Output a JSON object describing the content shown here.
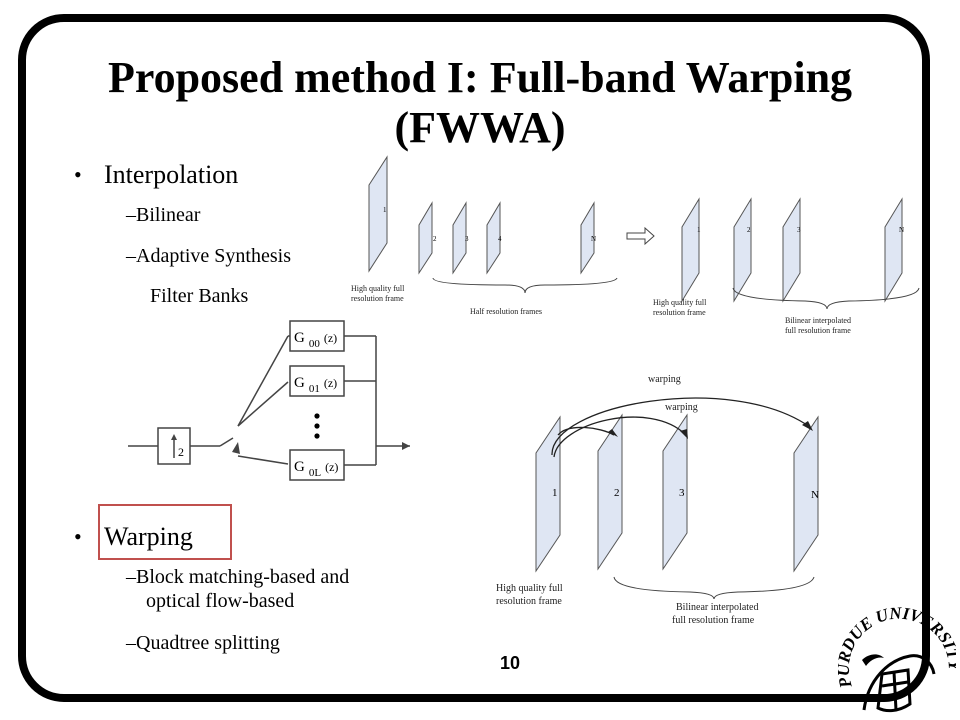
{
  "slide": {
    "title_line1": "Proposed method I: Full-band Warping",
    "title_line2": "(FWWA)",
    "page_number": "10"
  },
  "bullets": [
    {
      "text": "Interpolation",
      "sub": [
        "Bilinear",
        "Adaptive Synthesis",
        "Filter Banks"
      ]
    },
    {
      "text": "Warping",
      "sub": [
        "Block matching-based and",
        "optical flow-based",
        "Quadtree splitting"
      ]
    }
  ],
  "filter_bank": {
    "upsample_label": "2",
    "filters": [
      {
        "sub": "00",
        "label": "G",
        "suffix": "(z)"
      },
      {
        "sub": "01",
        "label": "G",
        "suffix": "(z)"
      },
      {
        "sub": "0L",
        "label": "G",
        "suffix": "(z)"
      }
    ]
  },
  "interp_diagram": {
    "left_frames": [
      "1",
      "2",
      "3",
      "4",
      "N"
    ],
    "left_caption_1": "High quality full",
    "left_caption_2": "resolution frame",
    "left_brace_caption": "Half resolution frames",
    "right_frames": [
      "1",
      "2",
      "3",
      "N"
    ],
    "right_caption_1": "High quality full",
    "right_caption_2": "resolution frame",
    "right_brace_caption_1": "Bilinear interpolated",
    "right_brace_caption_2": "full resolution frame"
  },
  "warp_diagram": {
    "frames": [
      "1",
      "2",
      "3",
      "N"
    ],
    "arrow_label_outer": "warping",
    "arrow_label_inner": "warping",
    "caption_1": "High quality full",
    "caption_2": "resolution frame",
    "brace_caption_1": "Bilinear interpolated",
    "brace_caption_2": "full resolution frame"
  },
  "logo": {
    "text": "PURDUE UNIVERSITY"
  },
  "colors": {
    "frame_fill": "#dfe6f3",
    "highlight": "#c0504d"
  }
}
